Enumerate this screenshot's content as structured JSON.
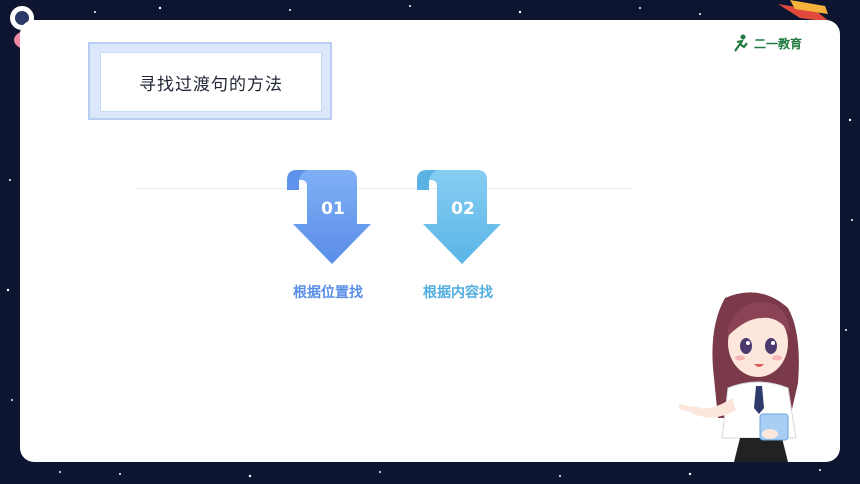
{
  "title": "寻找过渡句的方法",
  "brand": {
    "name": "二一教育"
  },
  "steps": [
    {
      "number": "01",
      "label": "根据位置找",
      "color": "#6a9ef0"
    },
    {
      "number": "02",
      "label": "根据内容找",
      "color": "#5dbbe8"
    }
  ]
}
